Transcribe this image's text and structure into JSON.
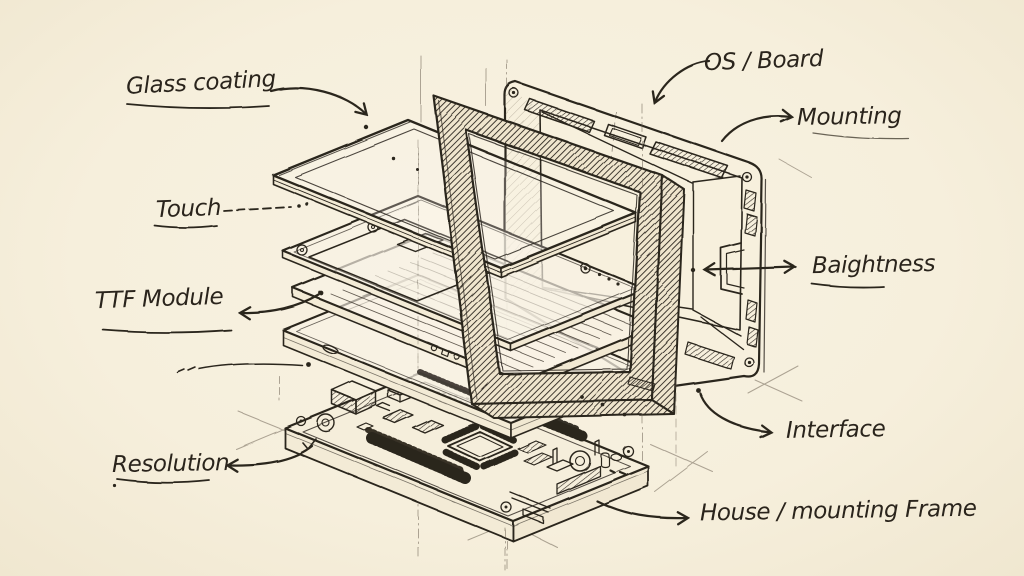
{
  "canvas": {
    "paper_color": "#f6efdc",
    "ink_color": "#2c261f",
    "construction_color": "#6f6556"
  },
  "labels": {
    "glass_coating": "Glass coating",
    "touch": "Touch",
    "ttf_module": "TTF Module",
    "resolution": "Resolution",
    "os_board": "OS / Board",
    "mounting": "Mounting",
    "brightness": "Baightness",
    "interface": "Interface",
    "house_mounting_frame": "House / mounting Frame"
  }
}
